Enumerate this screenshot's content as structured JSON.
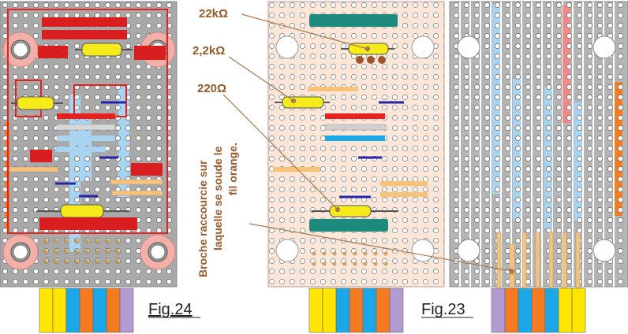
{
  "labels": {
    "r22k": "22kΩ",
    "r2k2": "2,2kΩ",
    "r220": "220Ω",
    "note1": "Broche raccourcie sur",
    "note2": "laquelle se soude le",
    "note3": "fil orange.",
    "fig24": "Fig.24",
    "fig23": "Fig.23"
  },
  "colors": {
    "board_fig24": "#a9a9a9",
    "board_fig23": "#fbe6d8",
    "board_strip": "#b4b4b4",
    "label_text": "#9a5a2a",
    "leader_line": "#a8784f",
    "hole": "#ffffff",
    "resistor_body": "#f5ea1a",
    "header_red": "#d81e1e",
    "header_teal": "#1d8a7e",
    "pin_orange": "#f7a01e",
    "overlay_red": "#e8201e",
    "track_blue": "#a8d4f2",
    "track_orange": "#f47b20",
    "track_pink": "#f08a88",
    "ribbon": [
      "#ffe500",
      "#ffe500",
      "#1aa8e8",
      "#f47b20",
      "#1aa8e8",
      "#f47b20",
      "#b49ad2"
    ]
  }
}
